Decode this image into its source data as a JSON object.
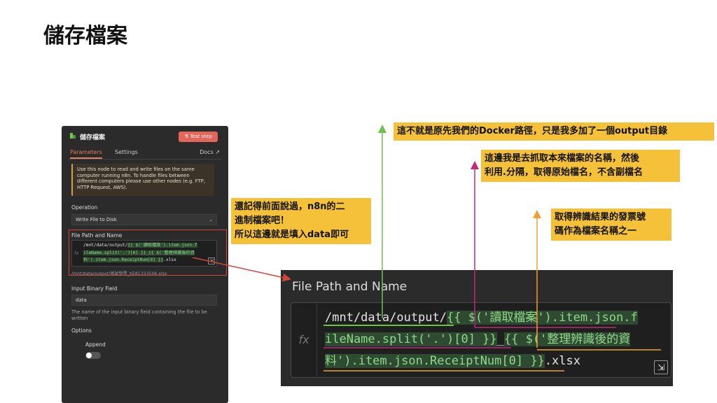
{
  "slide_title": "儲存檔案",
  "panel": {
    "node_title": "儲存檔案",
    "test_step": "Test step",
    "tabs": [
      "Parameters",
      "Settings"
    ],
    "docs": "Docs ↗",
    "notice": "Use this node to read and write files on the same computer running n8n. To handle files between different computers please use other nodes (e.g. FTP, HTTP Request, AWS).",
    "operation_label": "Operation",
    "operation_value": "Write File to Disk",
    "file_path_label": "File Path and Name",
    "code_lines": [
      {
        "plain": "/mnt/data/output/",
        "hl": "{{ $('讀取檔案').item.json.f"
      },
      {
        "plain": "",
        "hl": "ileName.split('.')[0] }}_{{ $('整理辨識後的資"
      },
      {
        "plain": "",
        "hl": "料').item.json.ReceiptNum[0] }}",
        "tail": ".xlsx"
      }
    ],
    "preview": "/mnt/data/output/測試發票_KE81333506.xlsx",
    "binary_label": "Input Binary Field",
    "binary_value": "data",
    "binary_hint": "The name of the input binary field containing the file to be written",
    "options_label": "Options",
    "append_label": "Append",
    "fx": "fx"
  },
  "zoom": {
    "label": "File Path and Name",
    "fx": "fx",
    "line1_plain": "/mnt/data/output/",
    "line1_hl": "{{ $('讀取檔案').item.json.f",
    "line2_hl1": "ileName.split('.')[0] }}",
    "line2_plain": "_",
    "line2_hl2": "{{ $('整理辨識後的資",
    "line3_hl": "料').item.json.ReceiptNum[0] }}",
    "line3_plain": ".xlsx",
    "resize": "⇲"
  },
  "callouts": {
    "binary": [
      "還記得前面說過，n8n的二",
      "進制檔案吧！",
      "所以這邊就是填入data即可"
    ],
    "docker": "這不就是原先我們的Docker路徑，只是我多加了一個output目錄",
    "filename": [
      "這邊我是去抓取本來檔案的名稱，然後",
      "利用.分隔，取得原始檔名，不含副檔名"
    ],
    "receipt": [
      "取得辨識結果的發票號",
      "碼作為檔案名稱之一"
    ]
  },
  "colors": {
    "green_arrow": "#6cc24a",
    "magenta_arrow": "#c02a7a",
    "orange_arrow": "#f0a030",
    "red_arrow": "#d0463b",
    "callout_bg": "#f4c138"
  }
}
